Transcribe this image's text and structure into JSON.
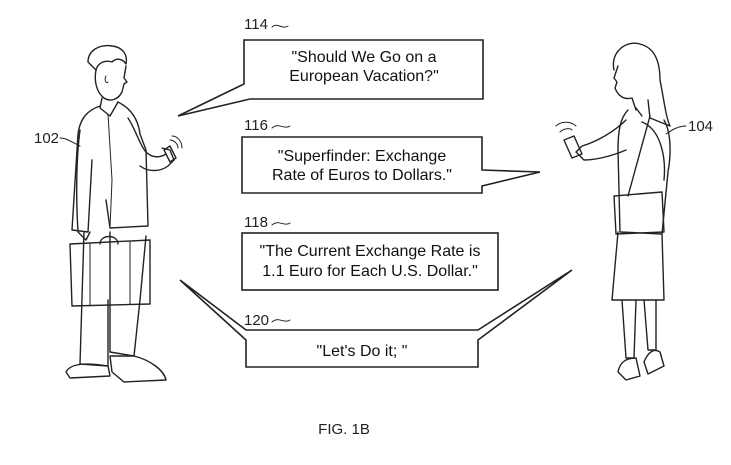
{
  "figure": {
    "caption": "FIG. 1B"
  },
  "people": {
    "man": {
      "ref": "102"
    },
    "woman": {
      "ref": "104"
    }
  },
  "bubbles": [
    {
      "ref": "114",
      "lines": [
        "\"Should We Go on a",
        "European Vacation?\""
      ]
    },
    {
      "ref": "116",
      "lines": [
        "\"Superfinder: Exchange",
        "Rate of Euros to Dollars.\""
      ]
    },
    {
      "ref": "118",
      "lines": [
        "\"The Current Exchange Rate is",
        "1.1 Euro for Each U.S. Dollar.\""
      ]
    },
    {
      "ref": "120",
      "lines": [
        "\"Let's Do it; \""
      ]
    }
  ]
}
